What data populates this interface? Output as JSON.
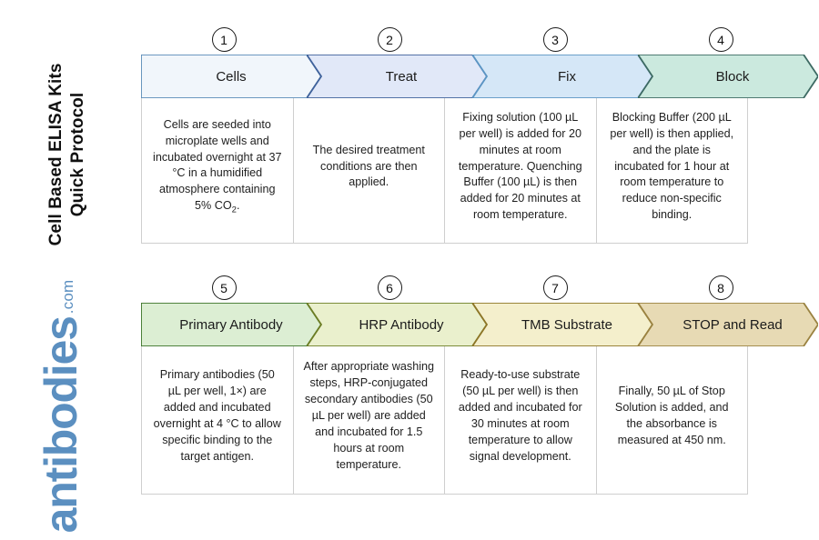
{
  "document": {
    "title": "Cell Based ELISA Kits\nQuick Protocol"
  },
  "brand": {
    "name": "antibodies",
    "tld": ".com",
    "color": "#5b8fc0"
  },
  "rows": [
    {
      "name": "row-top",
      "steps": [
        {
          "number": "1",
          "label": "Cells",
          "fill": "#f1f6fb",
          "stroke": "#5a8bb8",
          "description": "Cells are seeded into microplate wells and incubated overnight at 37 °C in a humidified atmosphere containing 5% CO<sub>2</sub>."
        },
        {
          "number": "2",
          "label": "Treat",
          "fill": "#e1e8f8",
          "stroke": "#3f629b",
          "description": "The desired treatment conditions are then applied."
        },
        {
          "number": "3",
          "label": "Fix",
          "fill": "#d5e7f7",
          "stroke": "#5b95c4",
          "description": "Fixing solution (100 µL per well) is added for 20 minutes at room temperature. Quenching Buffer (100 µL) is then added for 20 minutes at room temperature."
        },
        {
          "number": "4",
          "label": "Block",
          "fill": "#cbe9de",
          "stroke": "#3d6a63",
          "description": "Blocking Buffer (200 µL per well) is then applied, and the plate is incubated for 1 hour at room temperature to reduce non-specific binding."
        }
      ]
    },
    {
      "name": "row-bottom",
      "steps": [
        {
          "number": "5",
          "label": "Primary Antibody",
          "fill": "#dceed3",
          "stroke": "#3b7328",
          "description": "Primary antibodies (50 µL per well, 1×) are added and incubated overnight at 4 °C to allow specific binding to the target antigen."
        },
        {
          "number": "6",
          "label": "HRP Antibody",
          "fill": "#eaf0cd",
          "stroke": "#6c7d24",
          "description": "After appropriate washing steps, HRP-conjugated secondary antibodies (50 µL per well) are added and incubated for 1.5 hours at room temperature."
        },
        {
          "number": "7",
          "label": "TMB Substrate",
          "fill": "#f4efcc",
          "stroke": "#8d7526",
          "description": "Ready-to-use substrate (50 µL per well) is then added and incubated for 30 minutes at room temperature to allow signal development."
        },
        {
          "number": "8",
          "label": "STOP and Read",
          "fill": "#e7dab4",
          "stroke": "#9a8240",
          "description": "Finally, 50 µL of Stop Solution is added, and the absorbance is measured at 450 nm."
        }
      ]
    }
  ]
}
